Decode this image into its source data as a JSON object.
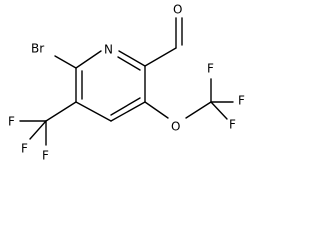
{
  "molecule": {
    "atoms": {
      "bromine": "Br",
      "nitrogen": "N",
      "oxygen_aldehyde": "O",
      "oxygen_ether": "O",
      "fluorine_cf3_left": "F",
      "fluorine_cf3_bottom_left": "F",
      "fluorine_cf3_bottom": "F",
      "fluorine_ocf3_top": "F",
      "fluorine_ocf3_right": "F",
      "fluorine_ocf3_bottom": "F"
    }
  }
}
